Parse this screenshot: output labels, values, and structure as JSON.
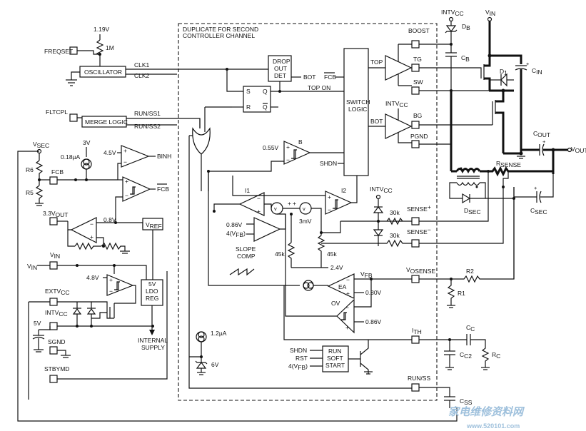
{
  "dup_box": {
    "line1": "DUPLICATE FOR SECOND",
    "line2": "CONTROLLER CHANNEL"
  },
  "pins": {
    "freqset": "FREQSET",
    "fltcpl": "FLTCPL",
    "fcb": "FCB",
    "v3_3out": "3.3V",
    "v3_3out_sub": "OUT",
    "vin": "V",
    "vin_sub": "IN",
    "extvcc": "EXTV",
    "extvcc_sub": "CC",
    "intvcc": "INTV",
    "intvcc_sub": "CC",
    "sgnd": "SGND",
    "stbymd": "STBYMD",
    "boost": "BOOST",
    "tg": "TG",
    "sw": "SW",
    "bg": "BG",
    "pgnd": "PGND",
    "sense_p": "SENSE",
    "sense_m": "SENSE",
    "vosense": "V",
    "vosense_sub": "OSENSE",
    "ith": "I",
    "ith_sub": "TH",
    "runss": "RUN/SS"
  },
  "blocks": {
    "oscillator": "OSCILLATOR",
    "merge_logic": "MERGE LOGIC",
    "drop_out_1": "DROP",
    "drop_out_2": "OUT",
    "drop_out_3": "DET",
    "switch_1": "SWITCH",
    "switch_2": "LOGIC",
    "vref": "V",
    "vref_sub": "REF",
    "ldo_1": "5V",
    "ldo_2": "LDO",
    "ldo_3": "REG",
    "run_1": "RUN",
    "run_2": "SOFT",
    "run_3": "START",
    "sr_s": "S",
    "sr_r": "R",
    "sr_q": "Q",
    "sr_qb": "Q"
  },
  "signals": {
    "clk1": "CLK1",
    "clk2": "CLK2",
    "runss1": "RUN/SS1",
    "runss2": "RUN/SS2",
    "bot": "BOT",
    "fcb_bar": "FCB",
    "top_on": "TOP ON",
    "top": "TOP",
    "bot2": "BOT",
    "shdn": "SHDN",
    "binh": "BINH",
    "fcb_out": "FCB",
    "internal_1": "INTERNAL",
    "internal_2": "SUPPLY",
    "slope_1": "SLOPE",
    "slope_2": "COMP",
    "shdn2": "SHDN",
    "rst": "RST",
    "vfb_in": "4(V",
    "vfb_in_sub": "FB",
    "vfb_in_end": ")",
    "vfb": "V",
    "vfb_sub": "FB",
    "ea": "EA",
    "b": "B",
    "i1": "I1",
    "i2": "I2",
    "ref_086_a": "0.86V",
    "ref_4vfb": "4(V",
    "ref_4vfb_sub": "FB",
    "ref_4vfb_end": ")",
    "ov": "OV"
  },
  "values": {
    "v119": "1.19V",
    "r1m": "1M",
    "v3": "3V",
    "i018": "0.18µA",
    "v45": "4.5V",
    "v08": "0.8V",
    "v48": "4.8V",
    "v055": "0.55V",
    "v3mv": "3mV",
    "r30k_a": "30k",
    "r30k_b": "30k",
    "r45k_a": "45k",
    "r45k_b": "45k",
    "v24": "2.4V",
    "v080": "0.80V",
    "v086": "0.86V",
    "v5": "5V",
    "i12": "1.2µA",
    "v6": "6V",
    "vsec": "V",
    "vsec_sub": "SEC",
    "r6": "R6",
    "r5": "R5",
    "r1": "R1",
    "r2": "R2",
    "rc": "R",
    "rc_sub": "C",
    "cc": "C",
    "cc_sub": "C",
    "cc2": "C",
    "cc2_sub": "C2",
    "css": "C",
    "css_sub": "SS",
    "intvcc_top": "INTV",
    "intvcc_top_sub": "CC",
    "db": "D",
    "db_sub": "B",
    "cb": "C",
    "cb_sub": "B",
    "vin_top": "V",
    "vin_top_sub": "IN",
    "d1": "D",
    "d1_sub": "1",
    "cin": "C",
    "cin_sub": "IN",
    "cout": "C",
    "cout_sub": "OUT",
    "vout": "V",
    "vout_sub": "OUT",
    "rsense": "R",
    "rsense_sub": "SENSE",
    "dsec": "D",
    "dsec_sub": "SEC",
    "csec": "C",
    "csec_sub": "SEC",
    "intvcc_sense": "INTV",
    "intvcc_sense_sub": "CC"
  },
  "watermark": {
    "cn": "家电维修资料网",
    "url": "www.520101.com"
  }
}
